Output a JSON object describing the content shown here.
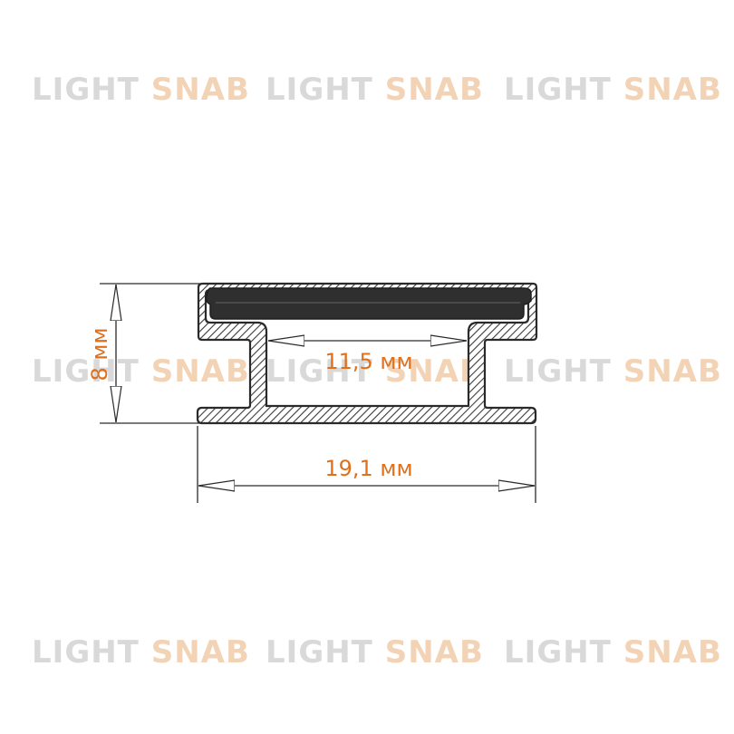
{
  "watermark": {
    "part1": "LIGHT",
    "part2": "SNAB",
    "color_gray": "#d9d9d9",
    "color_orange": "#f3d3b5"
  },
  "dimensions": {
    "height_label": "8 мм",
    "inner_width_label": "11,5 мм",
    "outer_width_label": "19,1 мм"
  },
  "colors": {
    "label": "#e0701c",
    "outline": "#2a2a2a",
    "diffuser": "#2f2f2f"
  }
}
